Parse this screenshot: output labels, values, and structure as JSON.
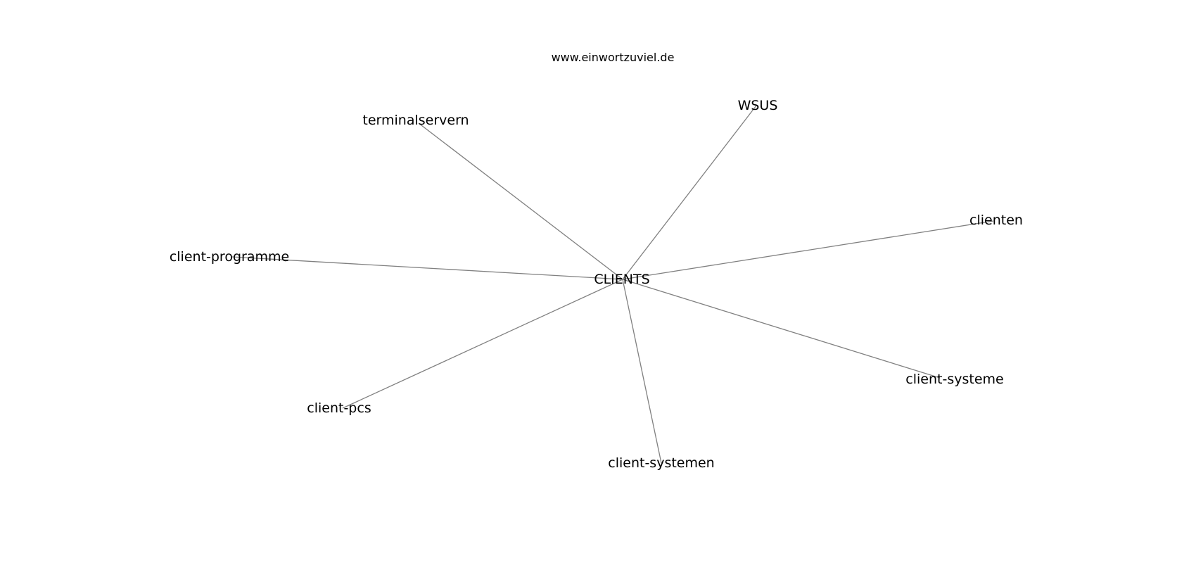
{
  "watermark": "www.einwortzuviel.de",
  "center": {
    "label": "CLIENTS"
  },
  "nodes": [
    {
      "id": "wsus",
      "label": "WSUS"
    },
    {
      "id": "terminalservern",
      "label": "terminalservern"
    },
    {
      "id": "clienten",
      "label": "clienten"
    },
    {
      "id": "client-programme",
      "label": "client-programme"
    },
    {
      "id": "client-systeme",
      "label": "client-systeme"
    },
    {
      "id": "client-pcs",
      "label": "client-pcs"
    },
    {
      "id": "client-systemen",
      "label": "client-systemen"
    }
  ],
  "colors": {
    "edge": "#808080",
    "text": "#000000",
    "background": "#ffffff"
  }
}
